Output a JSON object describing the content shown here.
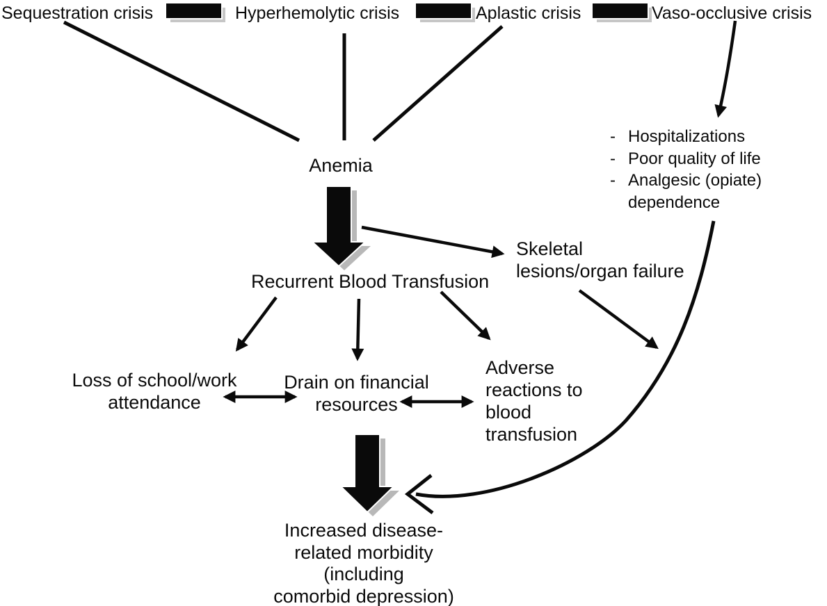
{
  "colors": {
    "ink": "#0a0a0a",
    "background": "#ffffff",
    "arrow_shadow": "#b8b8b8",
    "bar_shadow": "#c6c6c6"
  },
  "nodes": {
    "sequestration": "Sequestration crisis",
    "hyperhemolytic": "Hyperhemolytic crisis",
    "aplastic": "Aplastic crisis",
    "vaso_occlusive": "Vaso-occlusive crisis",
    "anemia": "Anemia",
    "recurrent_transfusion": "Recurrent Blood Transfusion",
    "skeletal": {
      "lines": [
        "Skeletal",
        "lesions/organ failure"
      ]
    },
    "vaso_effects": {
      "rows": [
        {
          "bullet": "-",
          "text": "Hospitalizations"
        },
        {
          "bullet": "-",
          "text": "Poor quality of life"
        },
        {
          "bullet": "-",
          "text": "Analgesic (opiate)"
        },
        {
          "bullet": "",
          "text": "dependence"
        }
      ]
    },
    "loss_school": {
      "lines": [
        "Loss of school/work",
        "attendance"
      ]
    },
    "drain_financial": {
      "lines": [
        "Drain on financial",
        "resources"
      ]
    },
    "adverse_reactions": {
      "lines": [
        "Adverse",
        "reactions to",
        "blood",
        "transfusion"
      ]
    },
    "morbidity": {
      "lines": [
        "Increased disease-",
        "related morbidity",
        "(including",
        "comorbid depression)"
      ]
    }
  }
}
